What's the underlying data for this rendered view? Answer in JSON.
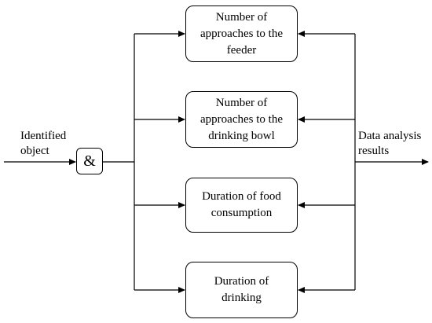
{
  "diagram": {
    "input_label": "Identified object",
    "input_label_lines": [
      "Identified",
      "object"
    ],
    "and_symbol": "&",
    "output_label": "Data analysis results",
    "output_label_lines": [
      "Data analysis",
      "results"
    ],
    "blocks": [
      {
        "text": "Number of approaches to the feeder",
        "lines": [
          "Number of",
          "approaches to the",
          "feeder"
        ]
      },
      {
        "text": "Number of approaches to the drinking bowl",
        "lines": [
          "Number of",
          "approaches to the",
          "drinking bowl"
        ]
      },
      {
        "text": "Duration of food consumption",
        "lines": [
          "Duration of food",
          "consumption"
        ]
      },
      {
        "text": "Duration of drinking",
        "lines": [
          "Duration of",
          "drinking"
        ]
      }
    ]
  }
}
